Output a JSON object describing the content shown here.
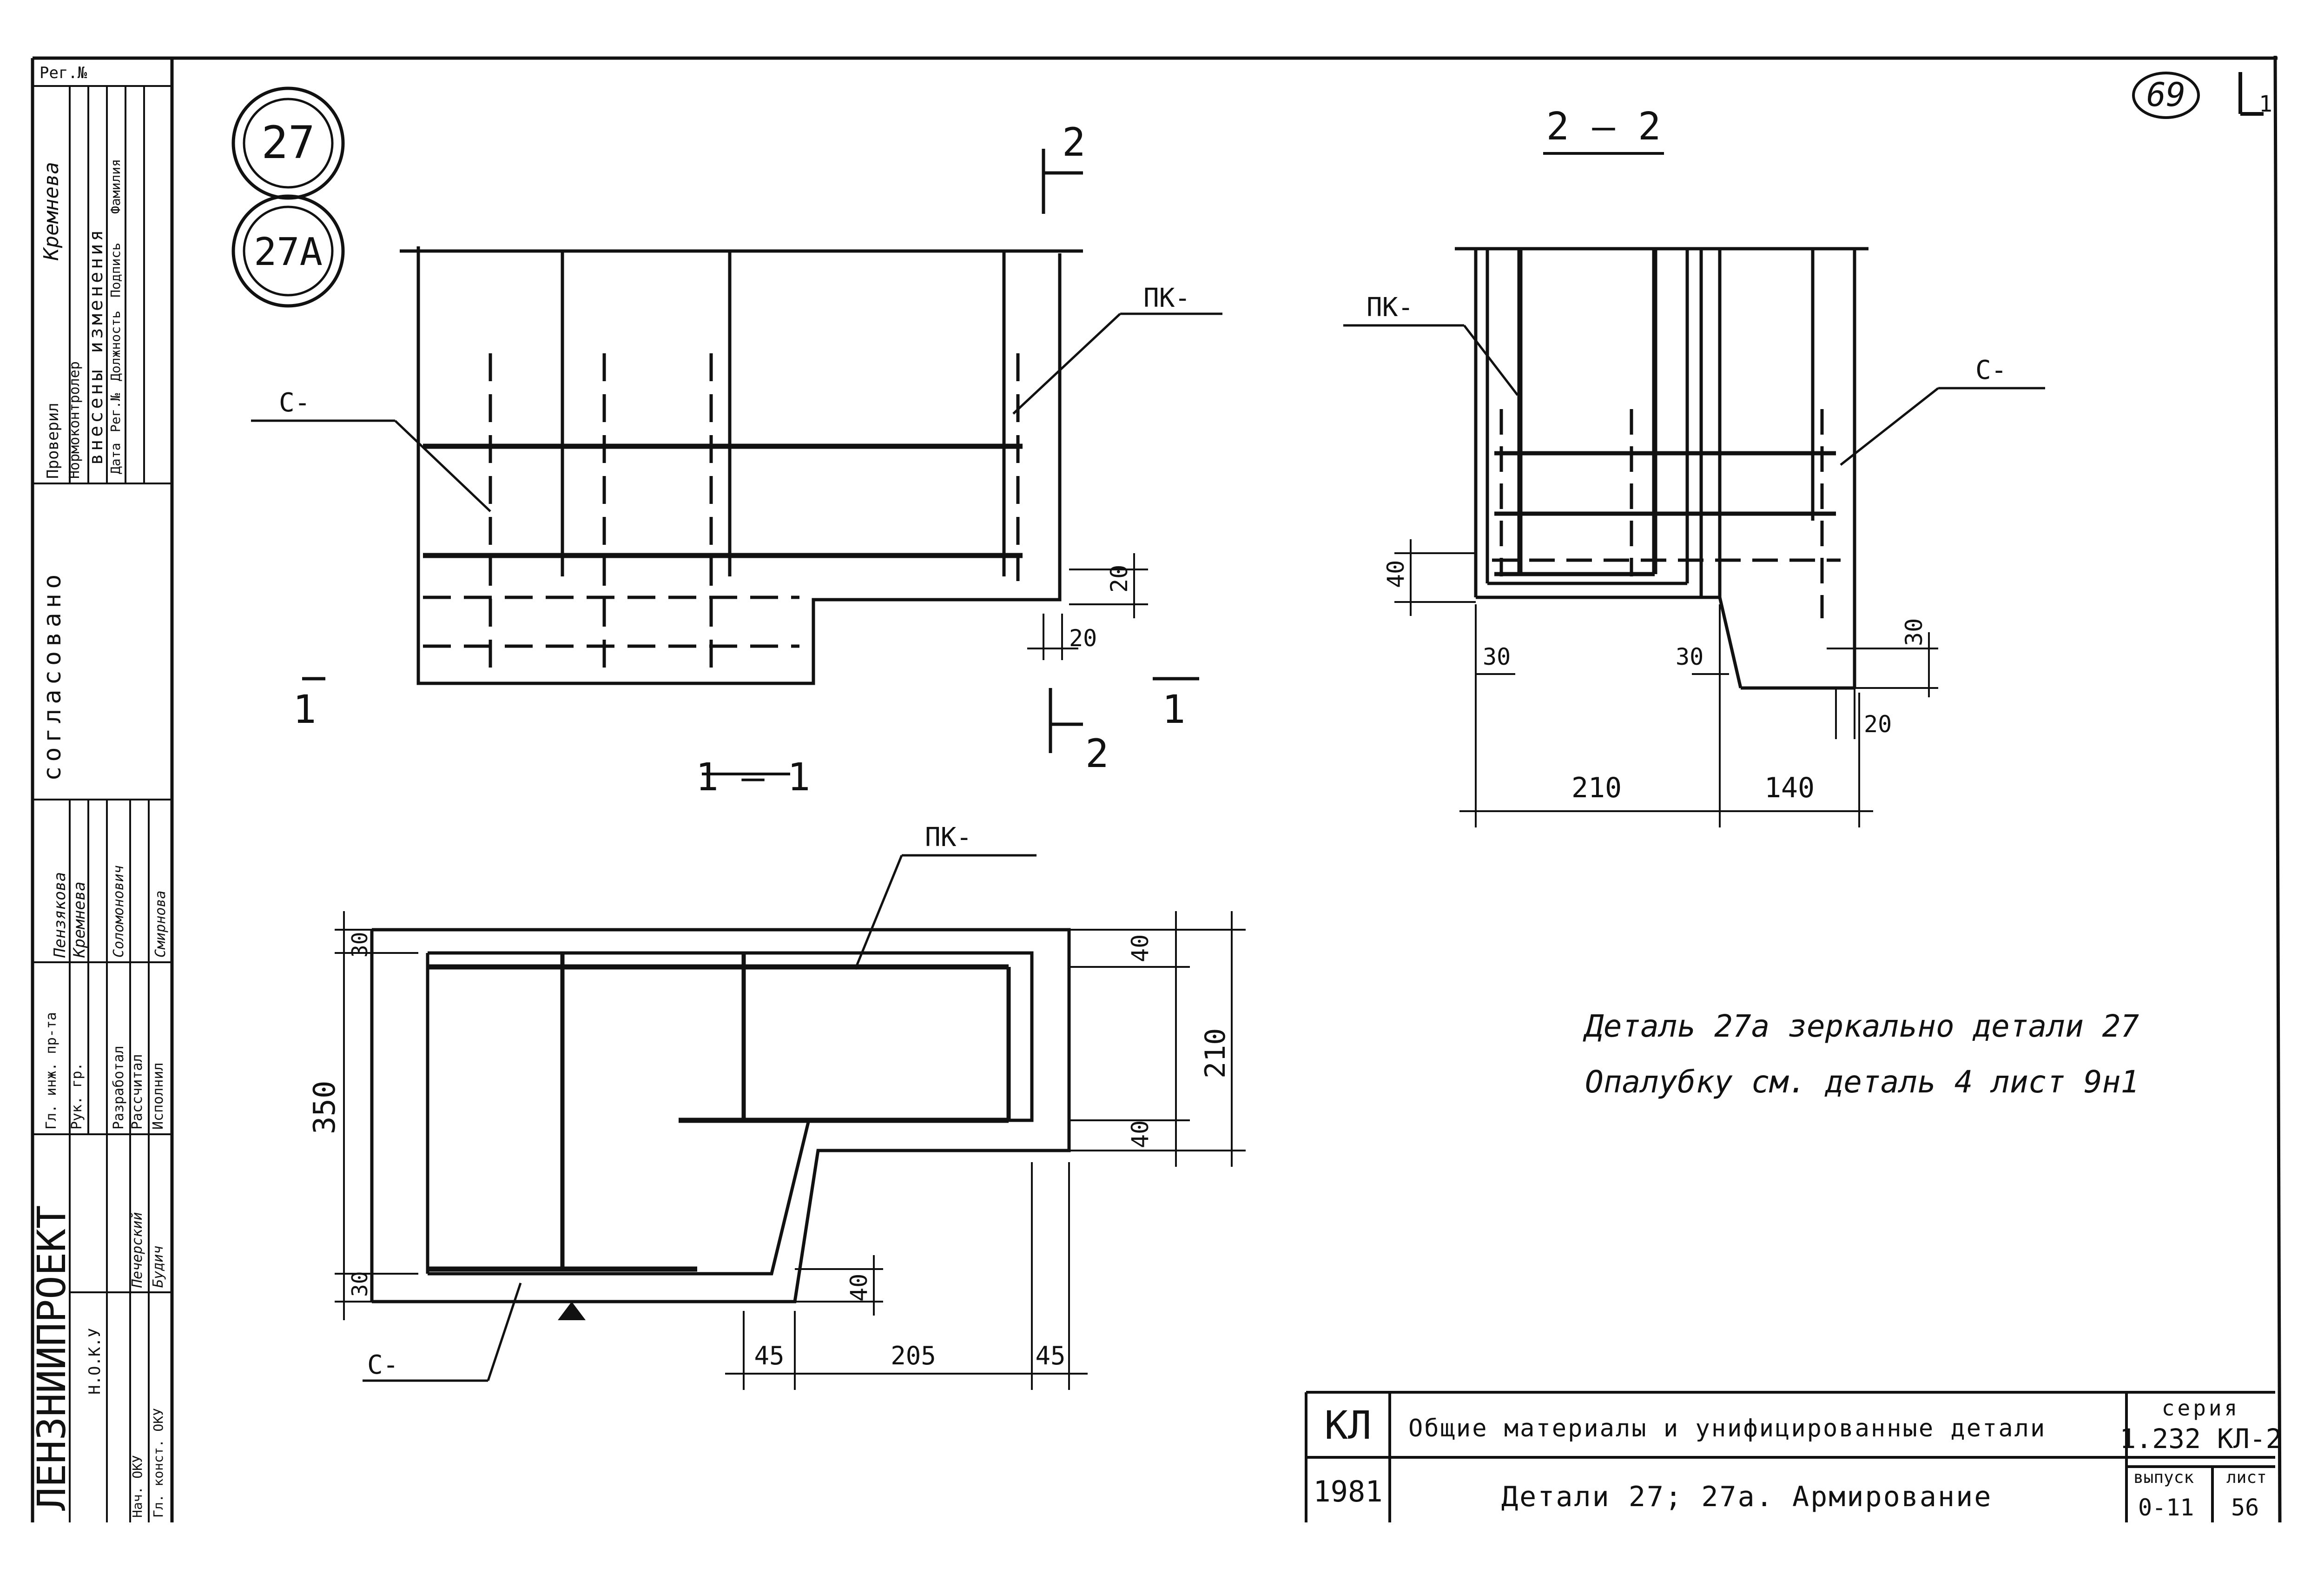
{
  "sheet_number": "69",
  "corner_mark": "1",
  "detail_badges": [
    "27",
    "27А"
  ],
  "side_stamp": {
    "reg_label": "Рег.№",
    "changes_title": "внесены изменения",
    "changes_columns": [
      "Дата",
      "Рег.№",
      "Должность",
      "Подпись",
      "Фамилия"
    ],
    "checked_label": "Проверил",
    "norm_label": "Нормоконтролер",
    "agreed_label": "согласовано",
    "checked_name": "Кремнева",
    "roles": [
      "Гл. инж. пр-та",
      "Рук. гр.",
      "Разработал",
      "Рассчитал",
      "Исполнил"
    ],
    "names": [
      "Пензякова",
      "Кремнева",
      "Соломонович",
      "Смирнова"
    ],
    "institute": "ЛЕНЗНИИПРОЕКТ",
    "dept_label": "Н.О.К.У",
    "lower_roles": [
      "Нач. ОКУ",
      "Гл. конст. ОКУ"
    ],
    "lower_names": [
      "Печерский",
      "Будич"
    ]
  },
  "view_top_left": {
    "cut_marks": [
      "2",
      "2",
      "1",
      "1"
    ],
    "labels": [
      "ПК-",
      "С-"
    ],
    "dims": [
      "20",
      "20"
    ]
  },
  "view_top_right": {
    "title": "2 — 2",
    "labels": [
      "ПК-",
      "С-"
    ],
    "dims": [
      "40",
      "30",
      "30",
      "30",
      "20",
      "210",
      "140"
    ]
  },
  "view_bottom_left": {
    "title": "1 — 1",
    "labels": [
      "ПК-",
      "С-"
    ],
    "dims": [
      "30",
      "40",
      "210",
      "40",
      "350",
      "30",
      "40",
      "45",
      "205",
      "45"
    ]
  },
  "notes": [
    "Деталь 27а зеркально детали 27",
    "Опалубку см. деталь 4 лист 9н1"
  ],
  "title_block": {
    "code": "КЛ",
    "year": "1981",
    "series_label": "серия",
    "series_value": "1.232 КЛ-2",
    "issue_label": "выпуск",
    "issue_value": "0-11",
    "sheet_label": "лист",
    "sheet_value": "56",
    "title": "Общие материалы и унифицированные детали",
    "subtitle": "Детали 27; 27а. Армирование"
  }
}
